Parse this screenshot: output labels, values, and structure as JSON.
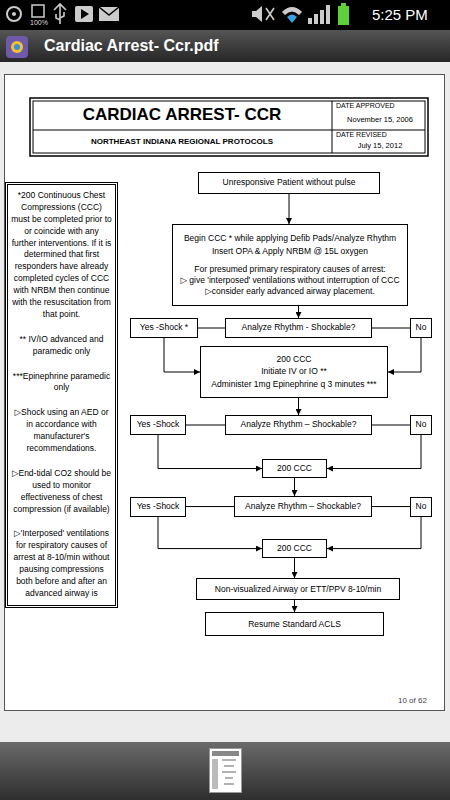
{
  "diagram": {
    "title": "CARDIAC ARREST- CCR",
    "nodes": [
      {
        "text": [
          "*200 Continuous Chest Compressions (CCC) must be completed prior to or coincide with any further interventions. If it is determined that first responders have already completed cycles of CCC with NRBM then continue with the resuscitation from that point.",
          "** IV/IO advanced and paramedic only",
          "***Epinephrine paramedic only",
          "▷Shock using an AED or in accordance with manufacturer's recommendations.",
          "▷End-tidal CO2 should be used to monitor effectiveness of chest compression (if available)",
          "▷'Interposed' ventilations for respiratory causes of arrest at 8-10/min without pausing compressions both before and after an advanced airway is"
        ]
      },
      {
        "text": [
          "Unresponsive Patient without pulse"
        ]
      },
      {
        "text": [
          "Begin CCC * while applying Defib Pads/Analyze Rhythm",
          "Insert OPA & Apply NRBM @ 15L oxygen",
          "For presumed primary respiratory causes of arrest:",
          "▷ give 'interposed' ventilations without interruption of CCC",
          "▷consider early advanced airway placement."
        ]
      },
      {
        "text": [
          "Yes -Shock *"
        ]
      },
      {
        "text": [
          "Analyze Rhythm - Shockable?"
        ]
      },
      {
        "text": [
          "No"
        ]
      },
      {
        "text": [
          "200 CCC",
          "Initiate IV or IO **",
          "Administer 1mg Epinephrine q 3 minutes ***"
        ]
      },
      {
        "text": [
          "Yes -Shock"
        ]
      },
      {
        "text": [
          "Analyze Rhythm – Shockable?"
        ]
      },
      {
        "text": [
          "No"
        ]
      },
      {
        "text": [
          "200 CCC"
        ]
      },
      {
        "text": [
          "Yes -Shock"
        ]
      },
      {
        "text": [
          "Analyze Rhythm – Shockable?"
        ]
      },
      {
        "text": [
          "No"
        ]
      },
      {
        "text": [
          "200 CCC"
        ]
      },
      {
        "text": [
          "Non-visualized Airway or ETT/PPV 8-10/min"
        ]
      },
      {
        "text": [
          "Resume Standard ACLS"
        ]
      }
    ],
    "edges": [
      {
        "from": 1,
        "to": 2,
        "arrow": "to"
      },
      {
        "from": 2,
        "to": 4,
        "arrow": "to"
      },
      {
        "from": 4,
        "to": 3,
        "arrow": "none"
      },
      {
        "from": 4,
        "to": 5,
        "arrow": "none"
      },
      {
        "from": 3,
        "to": 6,
        "arrow": "to"
      },
      {
        "from": 5,
        "to": 6,
        "arrow": "to"
      },
      {
        "from": 6,
        "to": 8,
        "arrow": "to"
      },
      {
        "from": 8,
        "to": 7,
        "arrow": "none"
      },
      {
        "from": 8,
        "to": 9,
        "arrow": "none"
      },
      {
        "from": 7,
        "to": 10,
        "arrow": "to"
      },
      {
        "from": 9,
        "to": 10,
        "arrow": "to"
      },
      {
        "from": 10,
        "to": 12,
        "arrow": "to"
      },
      {
        "from": 12,
        "to": 11,
        "arrow": "none"
      },
      {
        "from": 12,
        "to": 13,
        "arrow": "none"
      },
      {
        "from": 11,
        "to": 14,
        "arrow": "to"
      },
      {
        "from": 13,
        "to": 14,
        "arrow": "to"
      },
      {
        "from": 14,
        "to": 15,
        "arrow": "to"
      },
      {
        "from": 15,
        "to": 16,
        "arrow": "to"
      }
    ],
    "labels": [
      "100%",
      "5:25 PM",
      "Cardiac Arrest- Ccr.pdf",
      "NORTHEAST INDIANA REGIONAL PROTOCOLS",
      "DATE APPROVED",
      "November 15, 2006",
      "DATE REVISED",
      "July 15, 2012",
      "10 of 62"
    ]
  }
}
